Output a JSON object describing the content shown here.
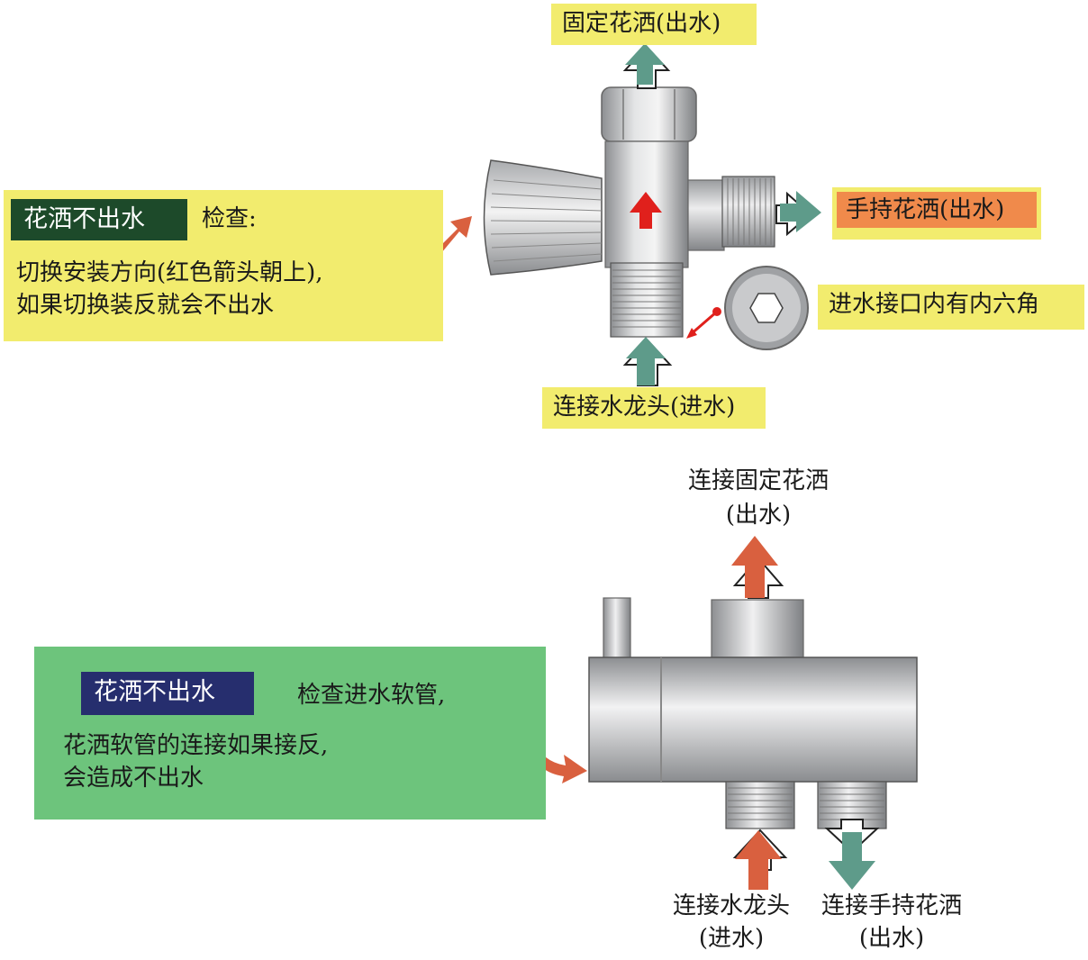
{
  "top_diagram": {
    "label_fixed_shower": "固定花洒(出水)",
    "label_handheld_shower": "手持花洒(出水)",
    "label_hex_note": "进水接口内有内六角",
    "label_faucet_inlet": "连接水龙头(进水)",
    "panel": {
      "tag": "花洒不出水",
      "check": "检查:",
      "line1": "切换安装方向(红色箭头朝上),",
      "line2": "如果切换装反就会不出水"
    }
  },
  "bottom_diagram": {
    "label_fixed_line1": "连接固定花洒",
    "label_fixed_line2": "(出水)",
    "label_faucet_line1": "连接水龙头",
    "label_faucet_line2": "(进水)",
    "label_handheld_line1": "连接手持花洒",
    "label_handheld_line2": "(出水)",
    "panel": {
      "tag": "花洒不出水",
      "check": "检查进水软管,",
      "line1": "花洒软管的连接如果接反,",
      "line2": "会造成不出水"
    }
  },
  "colors": {
    "yellow": "#f2ec6e",
    "orange_label": "#f08a4b",
    "green_panel": "#6dc47c",
    "dark_green_tag": "#1d4a2a",
    "navy_tag": "#262e6e",
    "teal_arrow": "#5e9b8a",
    "orange_arrow": "#d9603f",
    "red_arrow": "#e0201c"
  }
}
